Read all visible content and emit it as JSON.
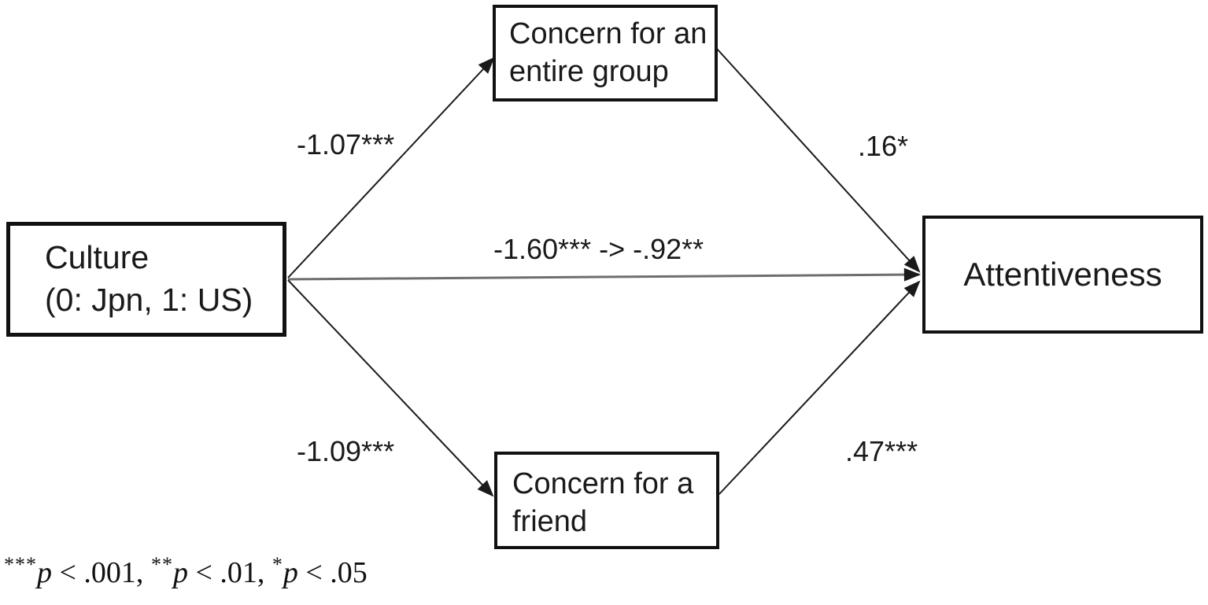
{
  "diagram": {
    "nodes": {
      "culture": {
        "line1": "Culture",
        "line2": "(0: Jpn, 1: US)"
      },
      "group": {
        "line1": "Concern for an",
        "line2": "entire group"
      },
      "friend": {
        "line1": "Concern for a",
        "line2": "friend"
      },
      "attentiveness": {
        "label": "Attentiveness"
      }
    },
    "paths": {
      "culture_to_group": {
        "coefficient": "-1.07***"
      },
      "group_to_attentiveness": {
        "coefficient": ".16*"
      },
      "culture_to_attentiveness_direct": {
        "coefficient": "-1.60*** -> -.92**"
      },
      "culture_to_friend": {
        "coefficient": "-1.09***"
      },
      "friend_to_attentiveness": {
        "coefficient": ".47***"
      }
    },
    "footnote": {
      "sig001": {
        "stars": "***",
        "p": "p",
        "rest": " < .001, "
      },
      "sig01": {
        "stars": "**",
        "p": "p",
        "rest": " < .01, "
      },
      "sig05": {
        "stars": "*",
        "p": "p",
        "rest": " < .05"
      }
    },
    "colors": {
      "line": "#1a1a1a",
      "direct_line": "#6e6e6e",
      "box_border": "#111111",
      "text": "#1a1a1a",
      "background": "#ffffff"
    }
  }
}
